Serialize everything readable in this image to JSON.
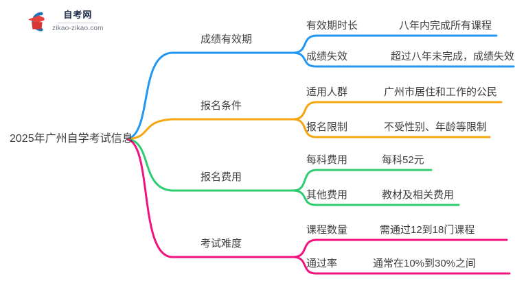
{
  "logo": {
    "site_name": "自考网",
    "site_domain": "zikao-zikao.com"
  },
  "root": {
    "title": "2025年广州自学考试信息"
  },
  "branches": [
    {
      "label": "成绩有效期",
      "color": "#2196f3",
      "children": [
        {
          "label": "有效期时长",
          "value": "八年内完成所有课程"
        },
        {
          "label": "成绩失效",
          "value": "超过八年未完成，成绩失效"
        }
      ]
    },
    {
      "label": "报名条件",
      "color": "#f5a50f",
      "children": [
        {
          "label": "适用人群",
          "value": "广州市居住和工作的公民"
        },
        {
          "label": "报名限制",
          "value": "不受性别、年龄等限制"
        }
      ]
    },
    {
      "label": "报名费用",
      "color": "#2ecc71",
      "children": [
        {
          "label": "每科费用",
          "value": "每科52元"
        },
        {
          "label": "其他费用",
          "value": "教材及相关费用"
        }
      ]
    },
    {
      "label": "考试难度",
      "color": "#f2127e",
      "children": [
        {
          "label": "课程数量",
          "value": "需通过12到18门课程"
        },
        {
          "label": "通过率",
          "value": "通常在10%到30%之间"
        }
      ]
    }
  ]
}
